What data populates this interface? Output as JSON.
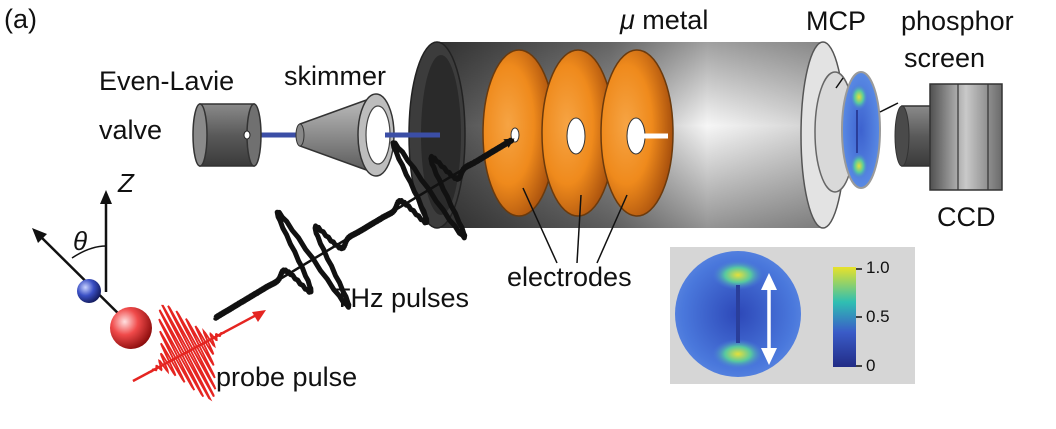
{
  "panel_label": "(a)",
  "labels": {
    "valve_line1": "Even-Lavie",
    "valve_line2": "valve",
    "skimmer": "skimmer",
    "mu": "μ",
    "metal": " metal",
    "mcp": "MCP",
    "phosphor_line1": "phosphor",
    "phosphor_line2": "screen",
    "ccd": "CCD",
    "axis_z": "Z",
    "theta": "θ",
    "electrodes": "electrodes",
    "thz_pulses": "THz pulses",
    "probe_pulse": "probe pulse"
  },
  "colorbar": {
    "ticks": [
      "1.0",
      "0.5",
      "0"
    ],
    "colors": [
      "#e8e22a",
      "#2fbfb2",
      "#3a5cc8",
      "#222c86"
    ]
  },
  "colors": {
    "electrode": "#f08a1c",
    "molecular_beam": "#3b4ea6",
    "probe": "#e52521",
    "thz": "#111111",
    "metal_dark": "#4a4a4a",
    "detector_blue": "#4d7be0"
  }
}
